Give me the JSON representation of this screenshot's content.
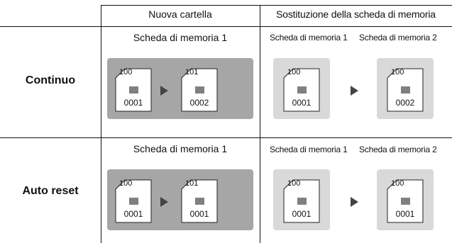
{
  "header": {
    "new_folder": "Nuova cartella",
    "card_replacement": "Sostituzione della scheda di memoria"
  },
  "rows": [
    {
      "label": "Continuo",
      "new_folder": {
        "card_label": "Scheda di memoria 1",
        "cards": [
          {
            "folder": "100",
            "file": "0001"
          },
          {
            "folder": "101",
            "file": "0002"
          }
        ]
      },
      "replacement": {
        "card_labels": [
          "Scheda di memoria 1",
          "Scheda di memoria 2"
        ],
        "cards": [
          {
            "folder": "100",
            "file": "0001"
          },
          {
            "folder": "100",
            "file": "0002"
          }
        ]
      }
    },
    {
      "label": "Auto reset",
      "new_folder": {
        "card_label": "Scheda di memoria 1",
        "cards": [
          {
            "folder": "100",
            "file": "0001"
          },
          {
            "folder": "101",
            "file": "0001"
          }
        ]
      },
      "replacement": {
        "card_labels": [
          "Scheda di memoria 1",
          "Scheda di memoria 2"
        ],
        "cards": [
          {
            "folder": "100",
            "file": "0001"
          },
          {
            "folder": "100",
            "file": "0001"
          }
        ]
      }
    }
  ]
}
